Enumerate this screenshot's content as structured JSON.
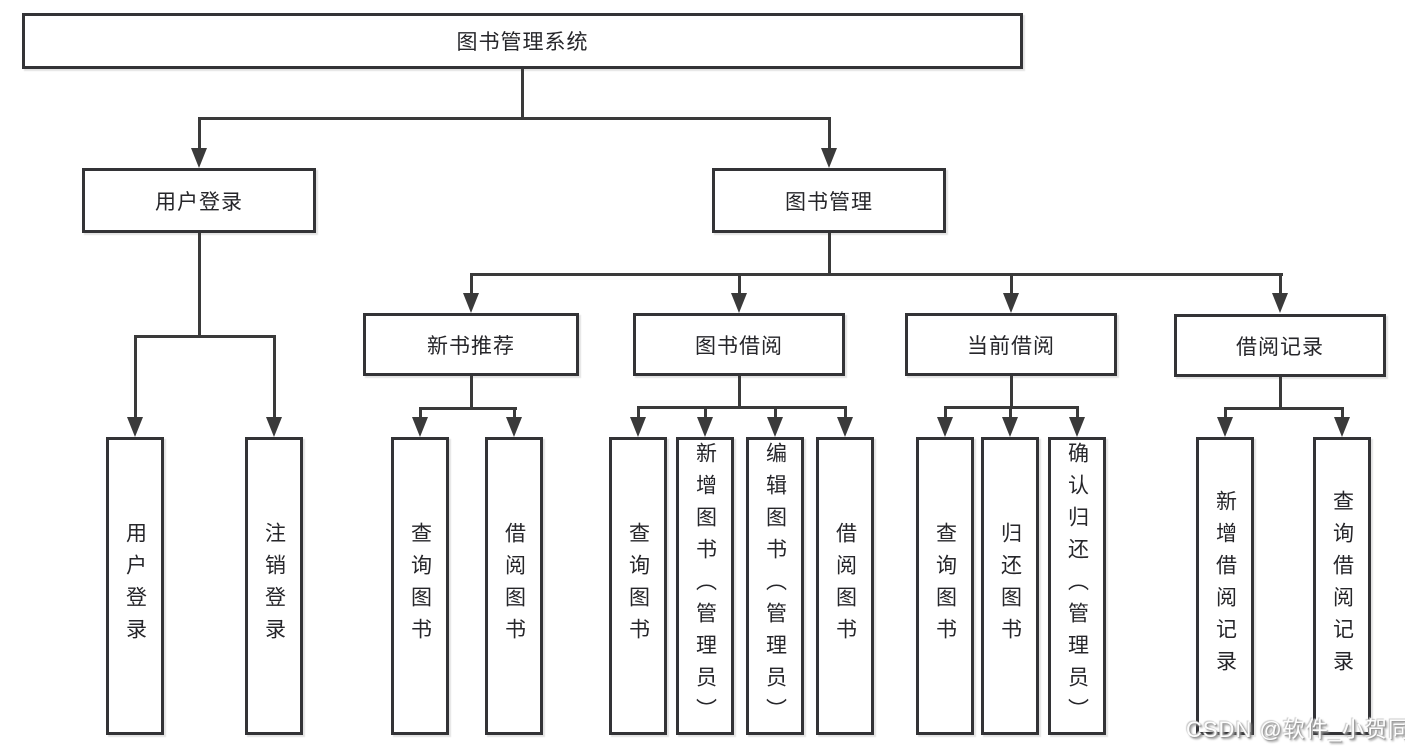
{
  "diagram": {
    "type": "hierarchy-tree",
    "tree": {
      "label": "图书管理系统",
      "children": [
        {
          "label": "用户登录",
          "children": [
            {
              "label": "用户登录"
            },
            {
              "label": "注销登录"
            }
          ]
        },
        {
          "label": "图书管理",
          "children": [
            {
              "label": "新书推荐",
              "children": [
                {
                  "label": "查询图书"
                },
                {
                  "label": "借阅图书"
                }
              ]
            },
            {
              "label": "图书借阅",
              "children": [
                {
                  "label": "查询图书"
                },
                {
                  "label": "新增图书（管理员）"
                },
                {
                  "label": "编辑图书（管理员）"
                },
                {
                  "label": "借阅图书"
                }
              ]
            },
            {
              "label": "当前借阅",
              "children": [
                {
                  "label": "查询图书"
                },
                {
                  "label": "归还图书"
                },
                {
                  "label": "确认归还（管理员）"
                }
              ]
            },
            {
              "label": "借阅记录",
              "children": [
                {
                  "label": "新增借阅记录"
                },
                {
                  "label": "查询借阅记录"
                }
              ]
            }
          ]
        }
      ]
    },
    "colors": {
      "line": "#3a3a3a",
      "box_border": "#333336",
      "box_fill": "#ffffff",
      "text": "#26262a",
      "background": "#ffffff",
      "watermark_text": "#fdfdfd",
      "watermark_shadow": "#8f8f8f"
    }
  },
  "watermark": {
    "text": "CSDN @软件_小贺同学"
  }
}
